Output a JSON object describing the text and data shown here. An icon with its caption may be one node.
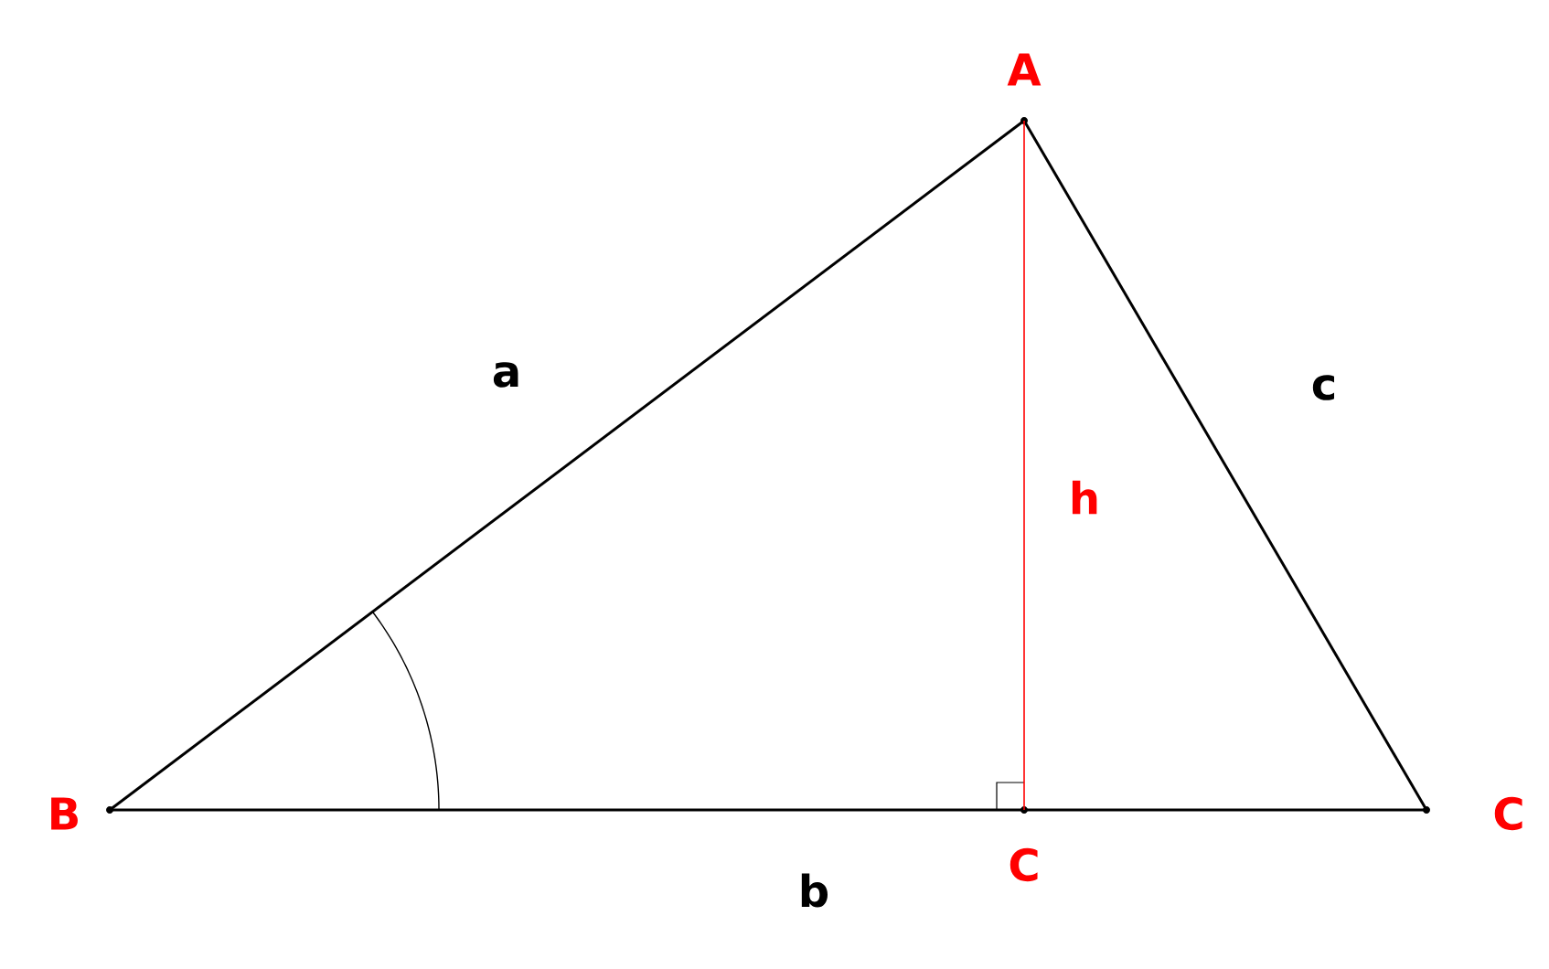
{
  "diagram": {
    "nodes": [
      {
        "text": [],
        "shape": "point",
        "beside": [
          "A"
        ]
      },
      {
        "text": [],
        "shape": "point",
        "beside": [
          "B"
        ]
      },
      {
        "text": [],
        "shape": "point",
        "beside": [
          "C"
        ]
      },
      {
        "text": [],
        "shape": "point",
        "beside": [
          "C"
        ]
      }
    ],
    "edges": [
      {
        "from": 1,
        "to": 0,
        "arrow": "none",
        "label": "a"
      },
      {
        "from": 0,
        "to": 2,
        "arrow": "none",
        "label": "c"
      },
      {
        "from": 1,
        "to": 3,
        "arrow": "none",
        "label": "b"
      },
      {
        "from": 3,
        "to": 2,
        "arrow": "none"
      },
      {
        "from": 0,
        "to": 3,
        "arrow": "none",
        "label": "h",
        "color": "#ff0000"
      }
    ]
  }
}
